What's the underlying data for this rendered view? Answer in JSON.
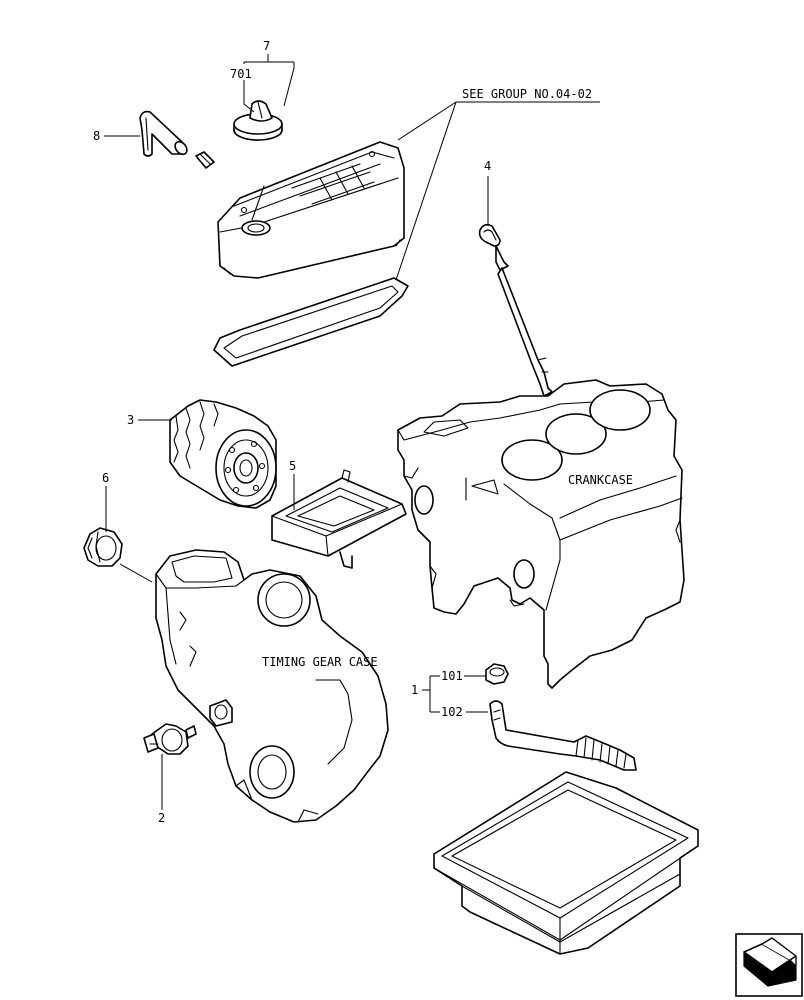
{
  "callouts": {
    "c7": "7",
    "c701": "701",
    "c8": "8",
    "c4": "4",
    "c3": "3",
    "c5": "5",
    "c6": "6",
    "c2": "2",
    "c1": "1",
    "c101": "101",
    "c102": "102"
  },
  "notes": {
    "see_group": "SEE GROUP NO.04-02",
    "crankcase": "CRANKCASE",
    "timing_gear_case": "TIMING GEAR CASE"
  },
  "icons": {
    "nav": "next-page-arrow-icon"
  },
  "colors": {
    "line": "#000000",
    "background": "#ffffff"
  }
}
